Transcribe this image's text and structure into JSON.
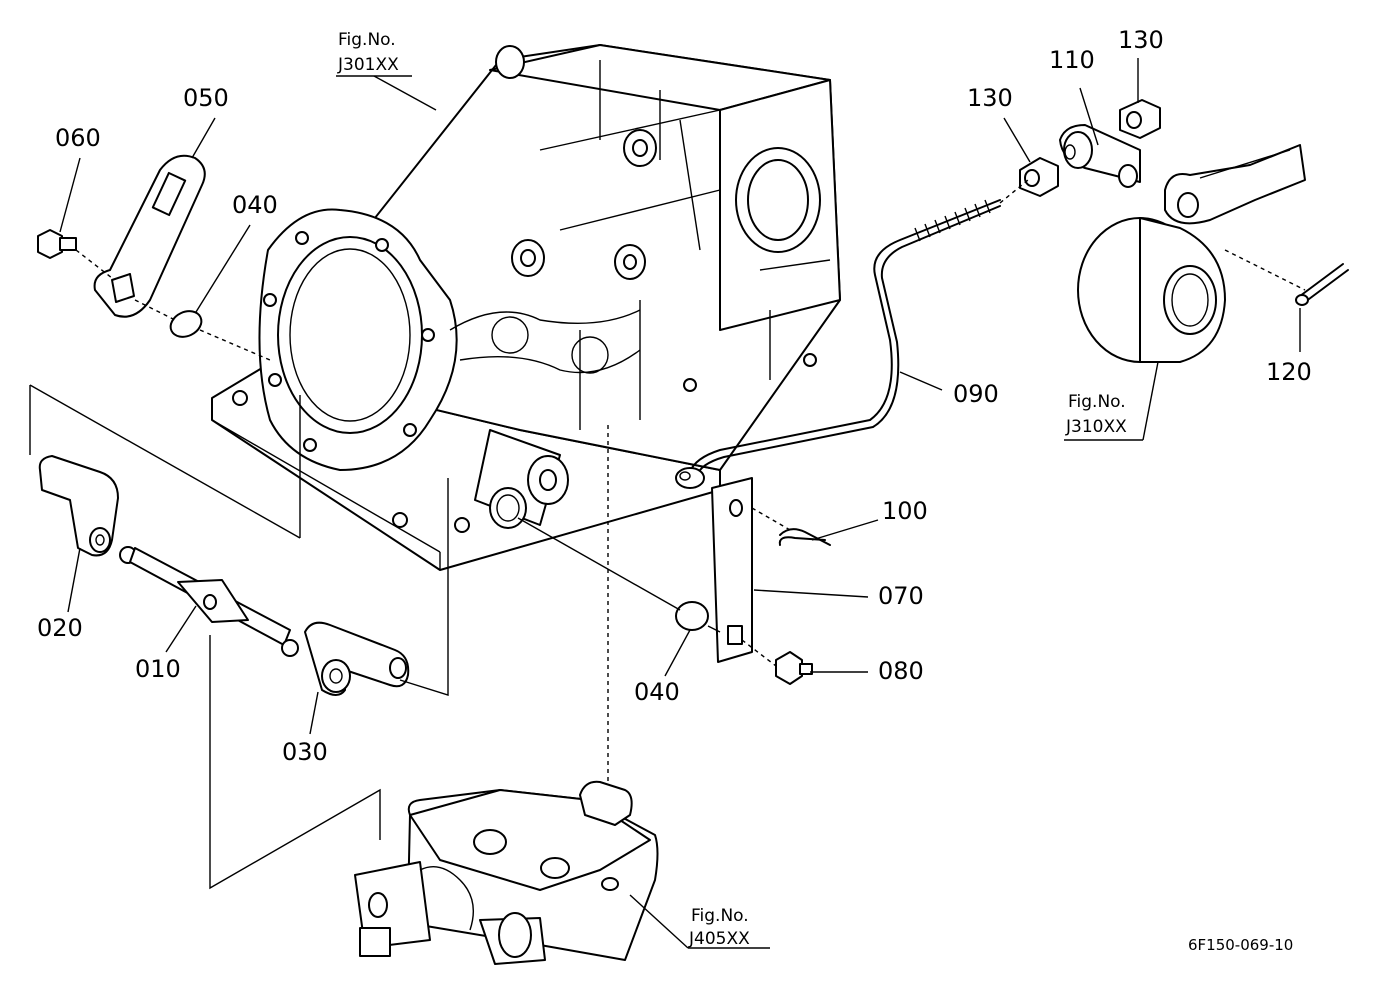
{
  "parts": {
    "p010": "010",
    "p020": "020",
    "p030": "030",
    "p040a": "040",
    "p040b": "040",
    "p050": "050",
    "p060": "060",
    "p070": "070",
    "p080": "080",
    "p090": "090",
    "p100": "100",
    "p110": "110",
    "p120": "120",
    "p130a": "130",
    "p130b": "130"
  },
  "refs": {
    "j301": {
      "line1": "Fig.No.",
      "line2": "J301XX"
    },
    "j310": {
      "line1": "Fig.No.",
      "line2": "J310XX"
    },
    "j405": {
      "line1": "Fig.No.",
      "line2": "J405XX"
    }
  },
  "drawing_code": "6F150-069-10"
}
